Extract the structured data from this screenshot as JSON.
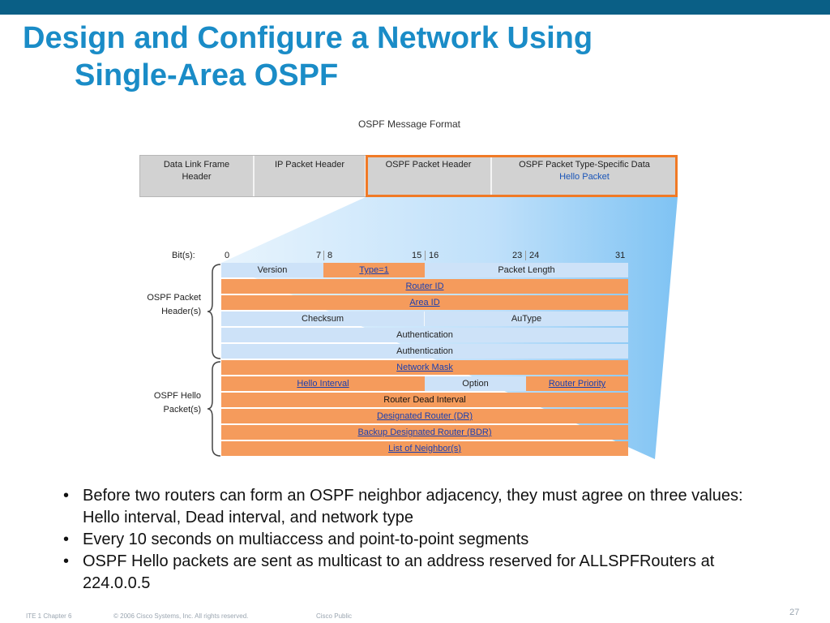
{
  "slide": {
    "title_line1": "Design and Configure a Network Using",
    "title_line2": "Single-Area OSPF",
    "diagram_title": "OSPF Message Format",
    "colors": {
      "top_bar": "#0a5f86",
      "title": "#1a8cc7",
      "highlight": "#f07a26",
      "orange_field": "#f59b5c",
      "blue_field": "#cde2f8",
      "link": "#1a3fb0"
    }
  },
  "frame": {
    "data_link_line1": "Data Link Frame",
    "data_link_line2": "Header",
    "ip_header": "IP Packet Header",
    "ospf_header": "OSPF Packet Header",
    "type_specific": "OSPF Packet Type-Specific Data",
    "hello_packet": "Hello Packet"
  },
  "bits": {
    "label": "Bit(s):",
    "b0": "0",
    "b7": "7",
    "b8": "8",
    "b15": "15",
    "b16": "16",
    "b23": "23",
    "b24": "24",
    "b31": "31"
  },
  "groups": {
    "header_line1": "OSPF Packet",
    "header_line2": "Header(s)",
    "hello_line1": "OSPF Hello",
    "hello_line2": "Packet(s)"
  },
  "fields": {
    "version": "Version",
    "type": "Type=1",
    "packet_length": "Packet Length",
    "router_id": "Router ID",
    "area_id": "Area ID",
    "checksum": "Checksum",
    "autype": "AuType",
    "authentication1": "Authentication",
    "authentication2": "Authentication",
    "network_mask": "Network Mask",
    "hello_interval": "Hello Interval",
    "option": "Option",
    "router_priority": "Router Priority",
    "router_dead_interval": "Router Dead Interval",
    "designated_router": "Designated Router (DR)",
    "backup_designated_router": "Backup Designated Router (BDR)",
    "list_of_neighbors": "List of Neighbor(s)"
  },
  "bullets": [
    "Before two routers can form an OSPF neighbor adjacency, they must agree on three values: Hello interval, Dead interval, and network type",
    "Every 10 seconds on multiaccess and point-to-point segments",
    "OSPF Hello packets are sent as multicast to an address reserved for ALLSPFRouters at 224.0.0.5"
  ],
  "footer": {
    "course": "ITE 1 Chapter 6",
    "copyright": "© 2006 Cisco Systems, Inc. All rights reserved.",
    "classification": "Cisco Public",
    "page_number": "27"
  }
}
